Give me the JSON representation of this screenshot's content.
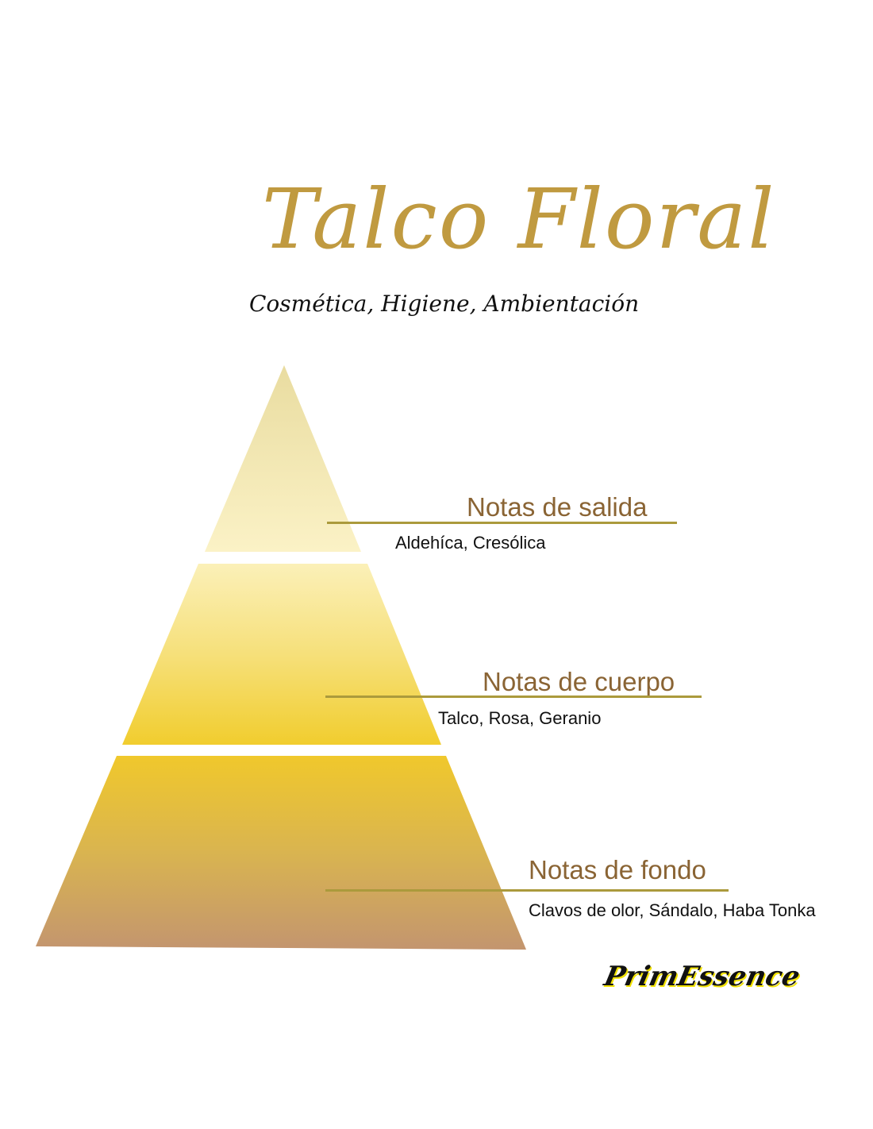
{
  "title": "Talco Floral",
  "subtitle": "Cosmética, Higiene, Ambientación",
  "tiers": [
    {
      "heading": "Notas de salida",
      "notes": "Aldehíca,  Cresólica"
    },
    {
      "heading": "Notas de cuerpo",
      "notes": "Talco, Rosa, Geranio"
    },
    {
      "heading": "Notas de fondo",
      "notes": "Clavos de olor, Sándalo, Haba Tonka"
    }
  ],
  "logo": "PrimEssence",
  "colors": {
    "title": "#c09a40",
    "heading": "#8a6434",
    "line": "#ab9a3c"
  }
}
